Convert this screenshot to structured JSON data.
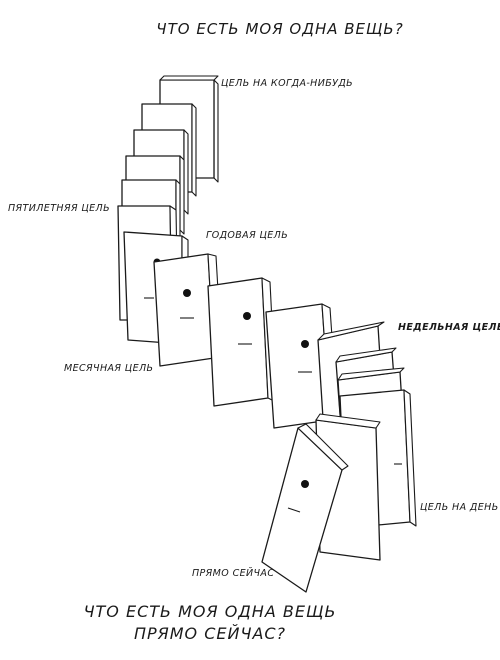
{
  "title_top": "Что есть моя одна вещь?",
  "title_bottom": [
    "Что есть моя одна вещь",
    "прямо сейчас?"
  ],
  "labels": {
    "someday": "Цель на когда-нибудь",
    "five_year": "Пятилетняя цель",
    "year": "Годовая цель",
    "month": "Месячная цель",
    "week": "Недельная цель",
    "day": "Цель на день",
    "now": "Прямо сейчас"
  }
}
